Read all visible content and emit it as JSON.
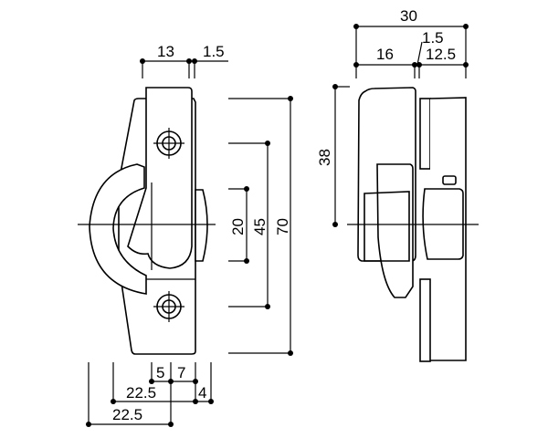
{
  "front_view": {
    "top_dims": [
      "13",
      "1.5"
    ],
    "right_dims": [
      "20",
      "45",
      "70"
    ],
    "bottom_dims": [
      "5",
      "7",
      "22.5",
      "4",
      "22.5"
    ]
  },
  "side_view": {
    "top_dims": [
      "30",
      "16",
      "1.5",
      "12.5"
    ],
    "left_dims": [
      "38"
    ]
  }
}
